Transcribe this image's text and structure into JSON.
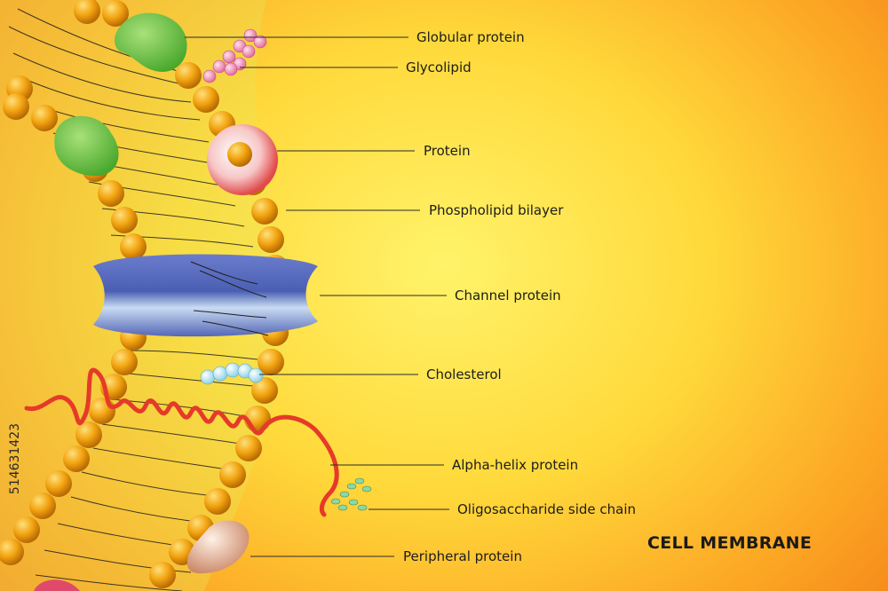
{
  "title": "CELL MEMBRANE",
  "watermark_id": "514631423",
  "labels": {
    "globular_protein": "Globular protein",
    "glycolipid": "Glycolipid",
    "protein": "Protein",
    "phospholipid_bilayer": "Phospholipid bilayer",
    "channel_protein": "Channel protein",
    "cholesterol": "Cholesterol",
    "alpha_helix_protein": "Alpha-helix protein",
    "oligosaccharide_side_chain": "Oligosaccharide side chain",
    "peripheral_protein": "Peripheral protein"
  },
  "colors": {
    "background_center": "#fff36a",
    "background_edge": "#f27a16",
    "phospholipid_head": "#f2a310",
    "channel_protein": "#5b6fbf",
    "alpha_helix": "#e53a2a",
    "globular_protein": "#69c243",
    "glycolipid": "#f5a7c6",
    "cholesterol": "#bfe9f5",
    "oligosaccharide": "#8fd6a3",
    "peripheral_protein": "#f0c4a6"
  }
}
